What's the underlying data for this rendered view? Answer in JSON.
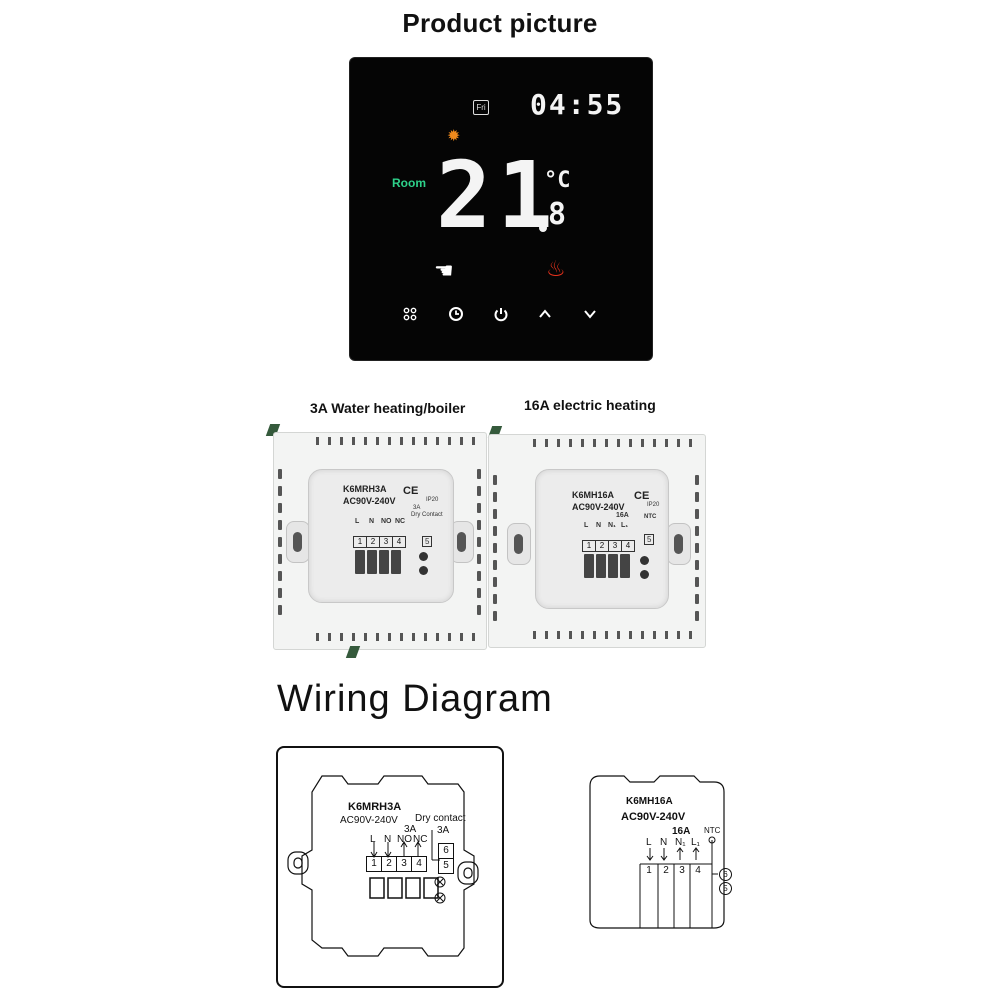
{
  "header": {
    "title": "Product picture"
  },
  "thermostat_display": {
    "clock": "04:55",
    "day": "Fri",
    "room_label": "Room",
    "temp_integer": "21",
    "temp_decimal": "8",
    "unit": "°C",
    "icons": [
      "sun-icon",
      "hand-icon",
      "flame-icon"
    ],
    "buttons": [
      "menu-grid-icon",
      "clock-icon",
      "power-icon",
      "arrow-up-icon",
      "arrow-down-icon"
    ],
    "colors": {
      "panel": "#050505",
      "room": "#2ed18a",
      "flame": "#e8321c",
      "sun": "#f08a1c"
    }
  },
  "models": [
    {
      "label": "3A Water heating/boiler",
      "model": "K6MRH3A",
      "voltage": "AC90V-240V",
      "ce": "CE",
      "ip": "IP20",
      "current": "3A",
      "contact": "Dry Contact",
      "terminals": [
        "L",
        "N",
        "NO",
        "NC"
      ],
      "numbers": [
        "1",
        "2",
        "3",
        "4"
      ],
      "extra": "5"
    },
    {
      "label": "16A electric heating",
      "model": "K6MH16A",
      "voltage": "AC90V-240V",
      "ce": "CE",
      "ip": "IP20",
      "current": "16A",
      "ntc": "NTC",
      "terminals": [
        "L",
        "N",
        "N₁",
        "L₁"
      ],
      "numbers": [
        "1",
        "2",
        "3",
        "4"
      ],
      "extra": "5"
    }
  ],
  "wiring": {
    "title": "Wiring Diagram",
    "left": {
      "model": "K6MRH3A",
      "voltage": "AC90V-240V",
      "contact": "Dry contact",
      "current_a": "3A",
      "current_b": "3A",
      "terminals": [
        "L",
        "N",
        "NO",
        "NC"
      ],
      "numbers": [
        "1",
        "2",
        "3",
        "4"
      ],
      "aux": [
        "6",
        "5"
      ]
    },
    "right": {
      "model": "K6MH16A",
      "voltage": "AC90V-240V",
      "current": "16A",
      "ntc": "NTC",
      "terminals": [
        "L",
        "N",
        "N₁",
        "L₁"
      ],
      "numbers": [
        "1",
        "2",
        "3",
        "4"
      ],
      "aux": [
        "6",
        "5"
      ]
    }
  }
}
